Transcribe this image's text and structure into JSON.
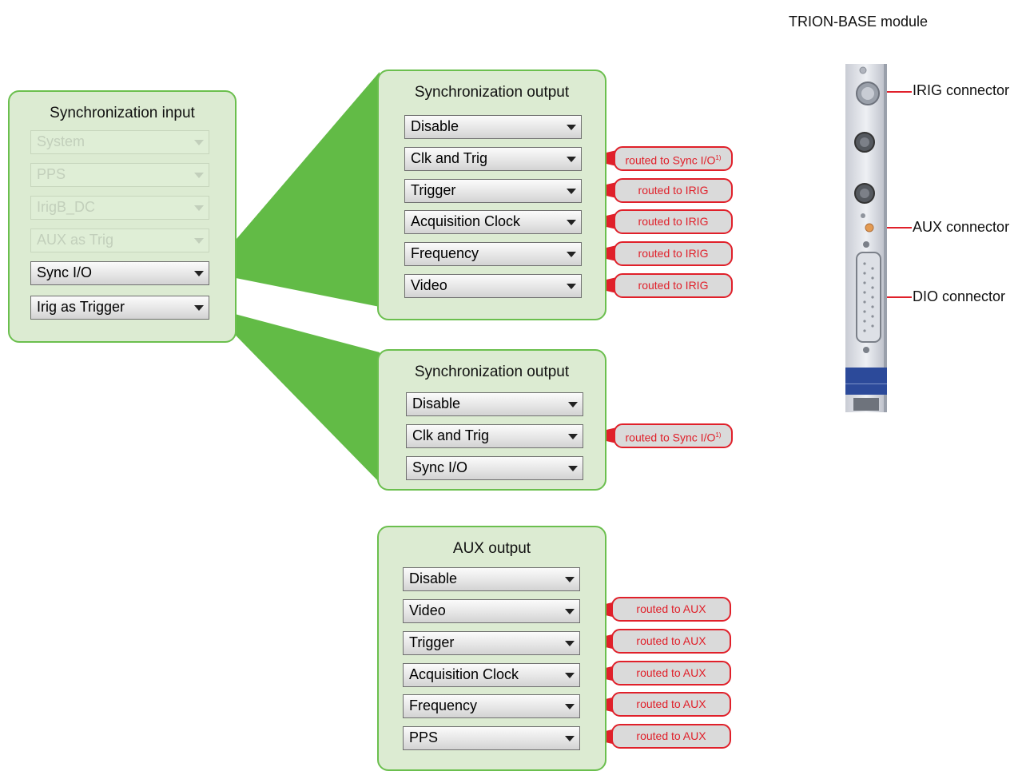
{
  "module_title": "TRION-BASE module",
  "connectors": {
    "irig": "IRIG connector",
    "aux": "AUX connector",
    "dio": "DIO connector"
  },
  "sync_input": {
    "title": "Synchronization input",
    "options": [
      "System",
      "PPS",
      "IrigB_DC",
      "AUX as Trig",
      "Sync I/O",
      "Irig as Trigger"
    ]
  },
  "sync_output_1": {
    "title": "Synchronization output",
    "options": [
      "Disable",
      "Clk and Trig",
      "Trigger",
      "Acquisition Clock",
      "Frequency",
      "Video"
    ],
    "tags": [
      "routed to Sync I/O",
      "routed to IRIG",
      "routed to IRIG",
      "routed to IRIG",
      "routed to IRIG"
    ],
    "footnote": "1)"
  },
  "sync_output_2": {
    "title": "Synchronization output",
    "options": [
      "Disable",
      "Clk and Trig",
      "Sync I/O"
    ],
    "tags": [
      "routed to Sync I/O"
    ],
    "footnote": "1)"
  },
  "aux_output": {
    "title": "AUX output",
    "options": [
      "Disable",
      "Video",
      "Trigger",
      "Acquisition Clock",
      "Frequency",
      "PPS"
    ],
    "tags": [
      "routed to AUX",
      "routed to AUX",
      "routed to AUX",
      "routed to AUX",
      "routed to AUX"
    ]
  },
  "colors": {
    "panel_fill": "#dcebd2",
    "panel_border": "#6bbf4e",
    "funnel_green": "#62bb46",
    "tag_red": "#e0202a",
    "tag_fill": "#dadada"
  }
}
